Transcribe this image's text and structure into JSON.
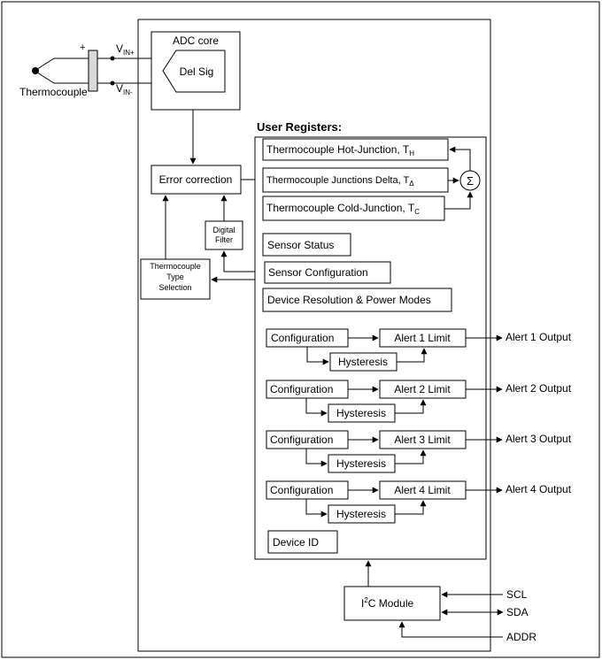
{
  "thermocouple": {
    "label": "Thermocouple",
    "plus": "+",
    "vin_plus": "V",
    "vin_plus_sub": "IN+",
    "vin_minus": "V",
    "vin_minus_sub": "IN-"
  },
  "adc": {
    "title": "ADC core",
    "del_sig": "Del Sig"
  },
  "error_correction": "Error correction",
  "digital_filter": {
    "line1": "Digital",
    "line2": "Filter"
  },
  "tc_type": {
    "line1": "Thermocouple",
    "line2": "Type",
    "line3": "Selection"
  },
  "user_registers": {
    "title": "User Registers:",
    "hot_junction": "Thermocouple Hot-Junction, T",
    "hot_junction_sub": "H",
    "delta": "Thermocouple Junctions Delta, T",
    "delta_sub": "Δ",
    "cold_junction": "Thermocouple Cold-Junction, T",
    "cold_junction_sub": "C",
    "sigma": "Σ",
    "sensor_status": "Sensor Status",
    "sensor_configuration": "Sensor Configuration",
    "resolution": "Device Resolution & Power Modes",
    "device_id": "Device ID"
  },
  "alerts": [
    {
      "config": "Configuration",
      "limit": "Alert 1 Limit",
      "hysteresis": "Hysteresis",
      "output": "Alert 1 Output"
    },
    {
      "config": "Configuration",
      "limit": "Alert 2 Limit",
      "hysteresis": "Hysteresis",
      "output": "Alert 2 Output"
    },
    {
      "config": "Configuration",
      "limit": "Alert 3 Limit",
      "hysteresis": "Hysteresis",
      "output": "Alert 3 Output"
    },
    {
      "config": "Configuration",
      "limit": "Alert 4 Limit",
      "hysteresis": "Hysteresis",
      "output": "Alert 4 Output"
    }
  ],
  "i2c": {
    "label_i": "I",
    "label_sup": "2",
    "label_rest": "C Module"
  },
  "pins": {
    "scl": "SCL",
    "sda": "SDA",
    "addr": "ADDR"
  }
}
